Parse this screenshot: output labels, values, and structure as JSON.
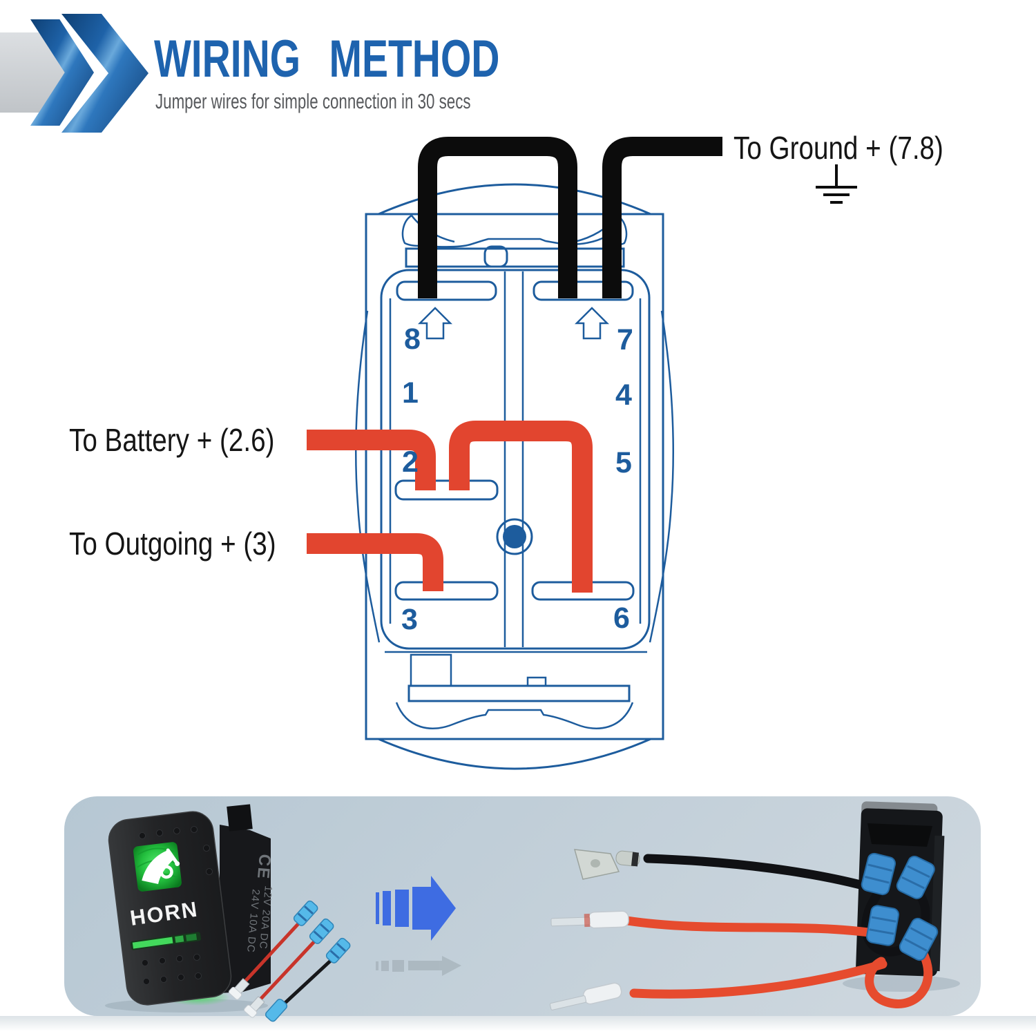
{
  "header": {
    "title": "WIRING METHOD",
    "subtitle": "Jumper wires for simple connection in 30 secs"
  },
  "diagram": {
    "ground_label": "To Ground + (7.8)",
    "battery_label": "To Battery + (2.6)",
    "outgoing_label": "To Outgoing + (3)",
    "terminals": {
      "t1": "1",
      "t2": "2",
      "t3": "3",
      "t4": "4",
      "t5": "5",
      "t6": "6",
      "t7": "7",
      "t8": "8"
    }
  },
  "photo": {
    "switch_label": "HORN",
    "ce_mark": "CE",
    "rating_line1": "12V 20A DC",
    "rating_line2": "24V 10A DC"
  },
  "colors": {
    "title_blue": "#1e63ae",
    "subtitle_gray": "#57595c",
    "diagram_blue": "#1d5c9d",
    "wire_red": "#e2452f",
    "wire_black": "#0c0c0c",
    "panel_bg1": "#b6c7d3",
    "panel_bg2": "#cfd8df",
    "arrow_blue": "#3e6ce2",
    "horn_green": "#35d952",
    "label_black": "#151515"
  }
}
